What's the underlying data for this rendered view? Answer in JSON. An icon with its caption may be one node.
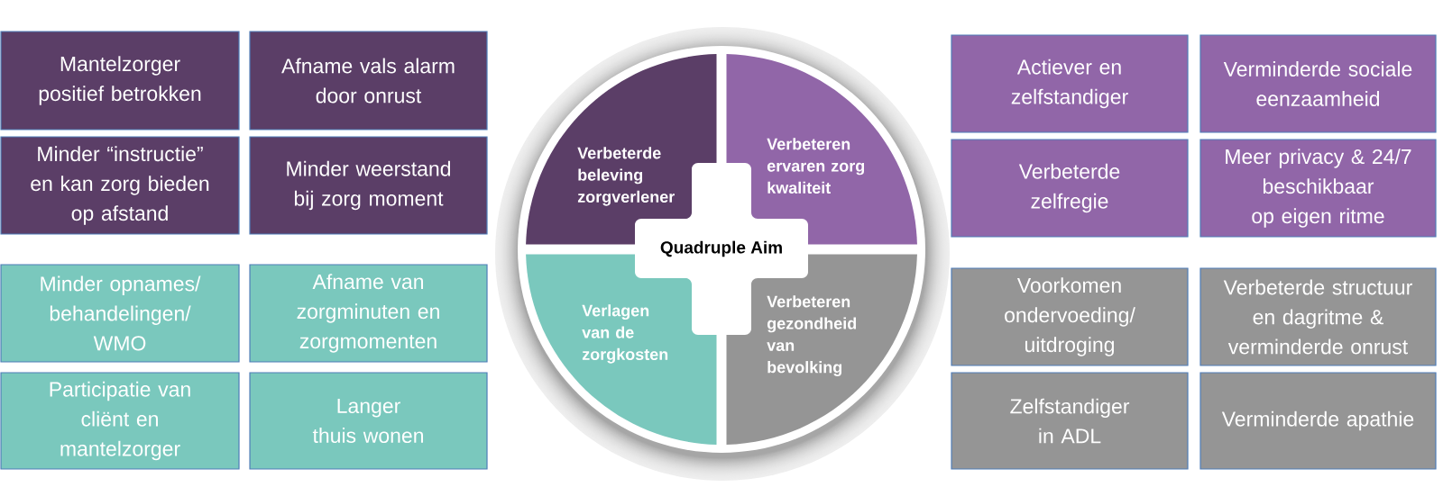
{
  "diagram": {
    "nodes": [
      {
        "text": [
          "Mantelzorger positief betrokken"
        ]
      },
      {
        "text": [
          "Afname vals alarm door onrust"
        ]
      },
      {
        "text": [
          "Minder “instructie” en kan zorg bieden op afstand"
        ]
      },
      {
        "text": [
          "Minder weerstand bij zorg moment"
        ]
      },
      {
        "text": [
          "Minder opnames/ behandelingen/ WMO"
        ]
      },
      {
        "text": [
          "Afname van zorgminuten en zorgmomenten"
        ]
      },
      {
        "text": [
          "Participatie van cliënt en mantelzorger"
        ]
      },
      {
        "text": [
          "Langer thuis wonen"
        ]
      },
      {
        "text": [
          "Verbeterde beleving zorgverlener"
        ]
      },
      {
        "text": [
          "Verbeteren ervaren zorg kwaliteit"
        ]
      },
      {
        "text": [
          "Quadruple Aim"
        ]
      },
      {
        "text": [
          "Verlagen van de zorgkosten"
        ]
      },
      {
        "text": [
          "Verbeteren gezondheid van bevolking"
        ]
      },
      {
        "text": [
          "Actiever en zelfstandiger"
        ]
      },
      {
        "text": [
          "Verminderde sociale eenzaamheid"
        ]
      },
      {
        "text": [
          "Verbeterde zelfregie"
        ]
      },
      {
        "text": [
          "Meer privacy & 24/7 beschikbaar op eigen ritme"
        ]
      },
      {
        "text": [
          "Voorkomen ondervoeding/ uitdroging"
        ]
      },
      {
        "text": [
          "Verbeterde structuur en dagritme & verminderde onrust"
        ]
      },
      {
        "text": [
          "Zelfstandiger in ADL"
        ]
      },
      {
        "text": [
          "Verminderde apathie"
        ]
      }
    ]
  }
}
